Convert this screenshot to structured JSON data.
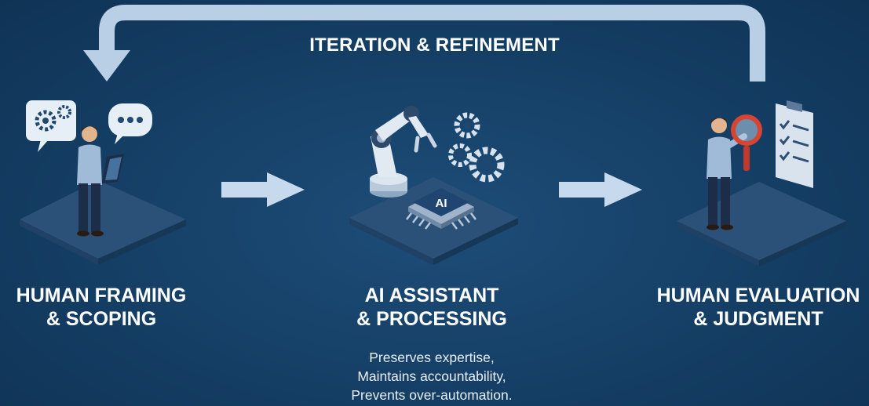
{
  "loop_label": "ITERATION & REFINEMENT",
  "stages": [
    {
      "title": "HUMAN FRAMING\n& SCOPING",
      "icon": "person-with-tablet-icon"
    },
    {
      "title": "AI ASSISTANT\n& PROCESSING",
      "icon": "robot-arm-ai-chip-icon",
      "chip_label": "AI"
    },
    {
      "title": "HUMAN EVALUATION\n& JUDGMENT",
      "icon": "person-with-magnifier-icon"
    }
  ],
  "benefits": [
    "Preserves expertise,",
    "Maintains accountability,",
    "Prevents over-automation."
  ],
  "colors": {
    "background": "#143d63",
    "loop_arrow": "#b9cfe6",
    "flow_arrow": "#c7d9ec",
    "platform": "#284d73",
    "text": "#ffffff"
  }
}
